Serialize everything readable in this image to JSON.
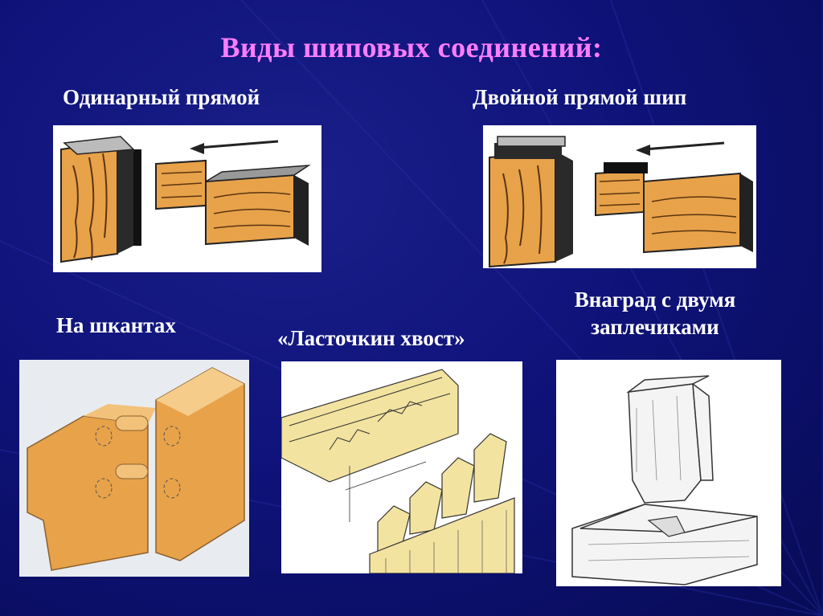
{
  "slide": {
    "title": "Виды шиповых соединений:",
    "joints": [
      {
        "label": "Одинарный прямой"
      },
      {
        "label": "Двойной прямой шип"
      },
      {
        "label": "На шкантах"
      },
      {
        "label": "«Ласточкин хвост»"
      },
      {
        "label_line1": "Внаград с двумя",
        "label_line2": "заплечиками"
      }
    ]
  },
  "colors": {
    "title": "#ff7dff",
    "labels": "#ffffff",
    "background": "#0f137a",
    "wood": "#e8a24a"
  }
}
